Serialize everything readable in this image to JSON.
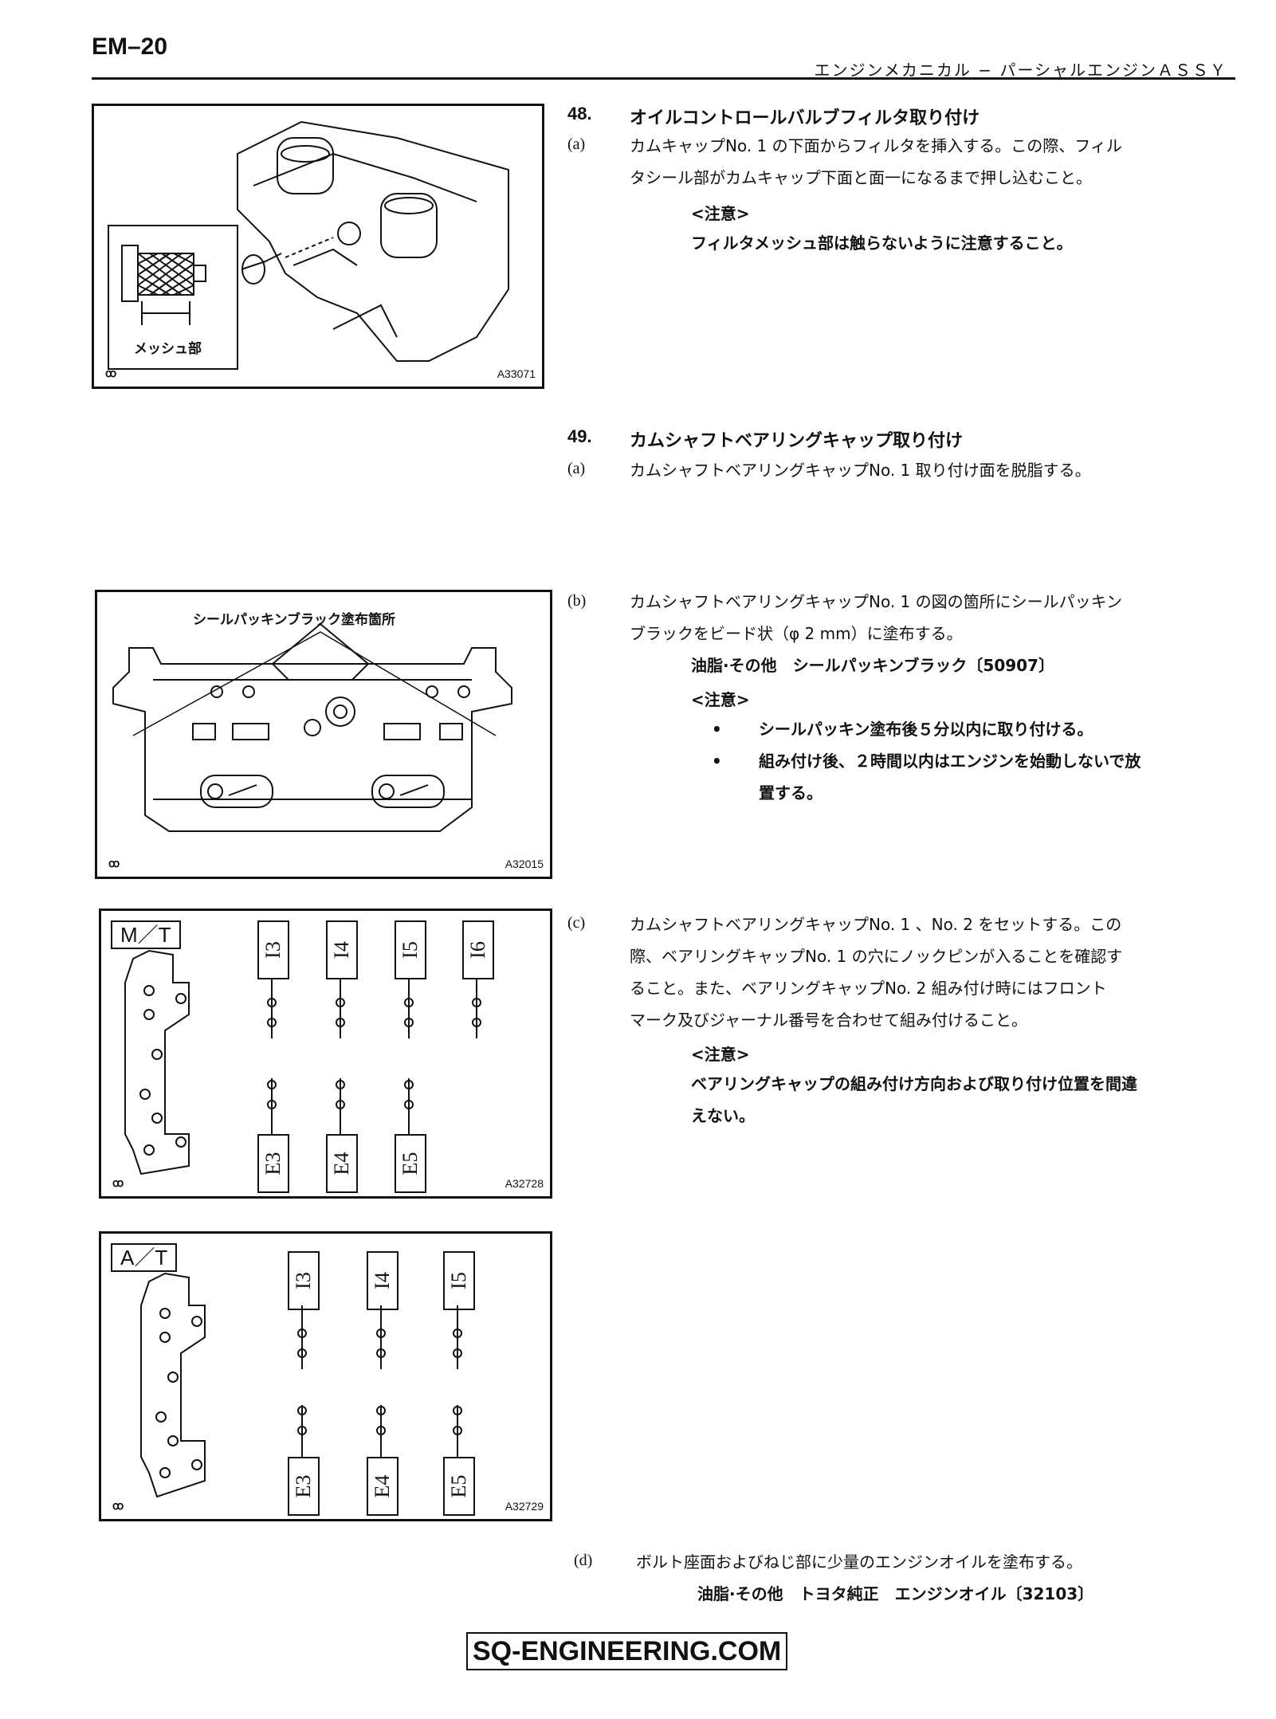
{
  "header": {
    "page_id": "EM–20",
    "title": "エンジンメカニカル − パーシャルエンジンＡＳＳＹ"
  },
  "figures": {
    "fig1": {
      "code": "A33071",
      "caption": "メッシュ部",
      "mark": "ꝏ"
    },
    "fig2": {
      "code": "A32015",
      "caption": "シールパッキンブラック塗布箇所",
      "mark": "ꝏ"
    },
    "fig3": {
      "code": "A32728",
      "label": "M／T",
      "mark": "ꝏ",
      "intake": [
        "I3",
        "I4",
        "I5",
        "I6"
      ],
      "exhaust": [
        "E3",
        "E4",
        "E5"
      ]
    },
    "fig4": {
      "code": "A32729",
      "label": "A／T",
      "mark": "ꝏ",
      "intake": [
        "I3",
        "I4",
        "I5"
      ],
      "exhaust": [
        "E3",
        "E4",
        "E5"
      ]
    }
  },
  "sections": {
    "s48": {
      "num": "48.",
      "title": "オイルコントロールバルブフィルタ取り付け",
      "a_label": "(a)",
      "a_line1": "カムキャップNo. 1 の下面からフィルタを挿入する。この際、フィル",
      "a_line2": "タシール部がカムキャップ下面と面一になるまで押し込むこと。",
      "note_head": "<注意>",
      "note_text": "フィルタメッシュ部は触らないように注意すること。"
    },
    "s49": {
      "num": "49.",
      "title": "カムシャフトベアリングキャップ取り付け",
      "a_label": "(a)",
      "a_text": "カムシャフトベアリングキャップNo. 1 取り付け面を脱脂する。",
      "b_label": "(b)",
      "b_line1": "カムシャフトベアリングキャップNo. 1 の図の箇所にシールパッキン",
      "b_line2": "ブラックをビード状（φ 2 mm）に塗布する。",
      "b_material": "油脂·その他　シールパッキンブラック〔50907〕",
      "b_note_head": "<注意>",
      "b_bullet1": "シールパッキン塗布後５分以内に取り付ける。",
      "b_bullet2_line1": "組み付け後、２時間以内はエンジンを始動しないで放",
      "b_bullet2_line2": "置する。",
      "bullet_char": "•",
      "c_label": "(c)",
      "c_line1": "カムシャフトベアリングキャップNo. 1 、No. 2 をセットする。この",
      "c_line2": "際、ベアリングキャップNo. 1 の穴にノックピンが入ることを確認す",
      "c_line3": "ること。また、ベアリングキャップNo. 2 組み付け時にはフロント",
      "c_line4": "マーク及びジャーナル番号を合わせて組み付けること。",
      "c_note_head": "<注意>",
      "c_note_line1": "ベアリングキャップの組み付け方向および取り付け位置を間違",
      "c_note_line2": "えない。",
      "d_label": "(d)",
      "d_text": "ボルト座面およびねじ部に少量のエンジンオイルを塗布する。",
      "d_material": "油脂·その他　トヨタ純正　エンジンオイル〔32103〕"
    }
  },
  "footer": {
    "watermark": "SQ-ENGINEERING.COM"
  }
}
